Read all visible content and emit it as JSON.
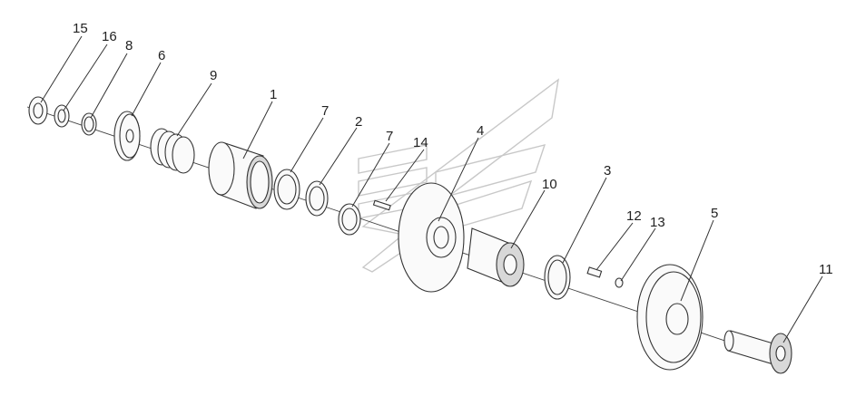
{
  "labels": {
    "p15": "15",
    "p16": "16",
    "p8": "8",
    "p6": "6",
    "p9": "9",
    "p1": "1",
    "p7a": "7",
    "p2": "2",
    "p7b": "7",
    "p14": "14",
    "p4": "4",
    "p10": "10",
    "p3": "3",
    "p12": "12",
    "p13": "13",
    "p5": "5",
    "p11": "11"
  }
}
